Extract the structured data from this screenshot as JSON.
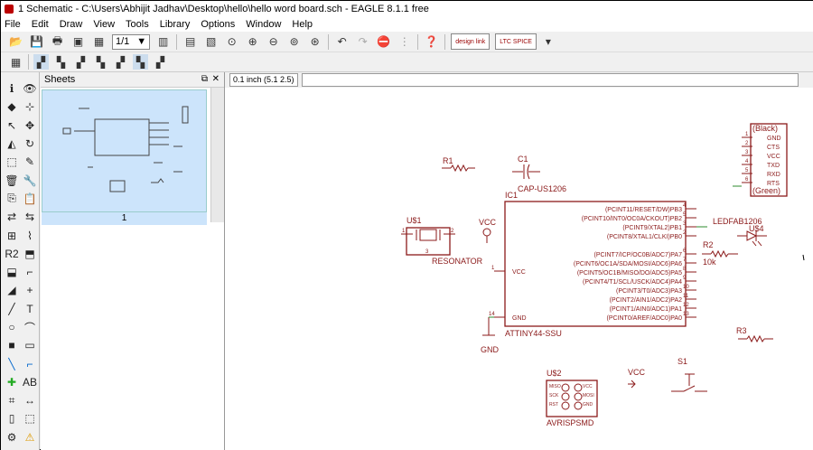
{
  "window": {
    "title": "1 Schematic - C:\\Users\\Abhijit Jadhav\\Desktop\\hello\\hello word board.sch - EAGLE 8.1.1 free"
  },
  "menu": [
    "File",
    "Edit",
    "Draw",
    "View",
    "Tools",
    "Library",
    "Options",
    "Window",
    "Help"
  ],
  "toolbar": {
    "sheet_select": "1/1",
    "design_link": "design link",
    "ltc_spice": "LTC SPICE"
  },
  "coordinates": "0.1 inch (5.1 2.5)",
  "sheets_panel": {
    "title": "Sheets",
    "sheet_number": "1"
  },
  "schematic": {
    "parts": {
      "r1": "R1",
      "c1": "C1",
      "c1_value": "CAP-US1206",
      "ic1": "IC1",
      "ic1_value": "ATTINY44-SSU",
      "us1": "U$1",
      "resonator": "RESONATOR",
      "vcc1": "VCC",
      "vcc2": "VCC",
      "gnd": "GND",
      "r2": "R2",
      "r2_value": "10k",
      "r3": "R3",
      "led": "LEDFAB1206",
      "us4": "U$4",
      "us2": "U$2",
      "avrisp": "AVRISPSMD",
      "s1": "S1"
    },
    "ic_pins_right": [
      {
        "label": "(PCINT11/RESET/DW)PB3",
        "num": "4"
      },
      {
        "label": "(PCINT10/INT0/OC0A/CKOUT)PB2",
        "num": "5"
      },
      {
        "label": "(PCINT9/XTAL2)PB1",
        "num": "3"
      },
      {
        "label": "(PCINT8/XTAL1/CLKI)PB0",
        "num": "2"
      },
      {
        "label": "(PCINT7/ICP/OC0B/ADC7)PA7",
        "num": "6"
      },
      {
        "label": "(PCINT6/OC1A/SDA/MOSI/ADC6)PA6",
        "num": "7"
      },
      {
        "label": "(PCINT5/OC1B/MISO/DO/ADC5)PA5",
        "num": "8"
      },
      {
        "label": "(PCINT4/T1/SCL/USCK/ADC4)PA4",
        "num": "9"
      },
      {
        "label": "(PCINT3/T0/ADC3)PA3",
        "num": "10"
      },
      {
        "label": "(PCINT2/AIN1/ADC2)PA2",
        "num": "11"
      },
      {
        "label": "(PCINT1/AIN0/ADC1)PA1",
        "num": "12"
      },
      {
        "label": "(PCINT0/AREF/ADC0)PA0",
        "num": "13"
      }
    ],
    "ic_pins_left": [
      {
        "label": "VCC",
        "num": "1"
      },
      {
        "label": "GND",
        "num": "14"
      }
    ],
    "ftdi": {
      "top_label": "(Black)",
      "bottom_label": "(Green)",
      "pins": [
        "GND",
        "CTS",
        "VCC",
        "TXD",
        "RXD",
        "RTS"
      ],
      "nums": [
        "1",
        "2",
        "3",
        "4",
        "5",
        "6"
      ]
    },
    "isp_pins_left": [
      "MISO",
      "SCK",
      "RST"
    ],
    "isp_pins_right": [
      "VCC",
      "MOSI",
      "GND"
    ],
    "resonator_pins": [
      "1",
      "2",
      "3"
    ]
  },
  "colors": {
    "schematic_line": "#8b1a1a",
    "net_green": "#2e8b2e",
    "selection_blue": "#cce4fb"
  }
}
